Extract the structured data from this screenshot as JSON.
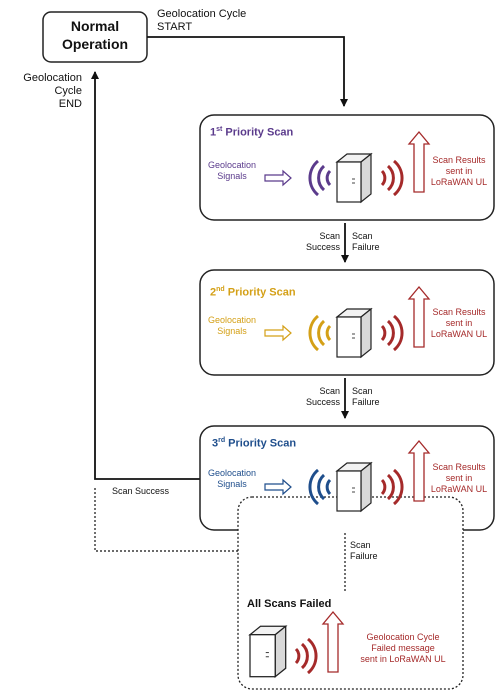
{
  "normal_operation": {
    "line1": "Normal",
    "line2": "Operation"
  },
  "cycle_start": {
    "line1": "Geolocation Cycle",
    "line2": "START"
  },
  "cycle_end": {
    "line1": "Geolocation",
    "line2": "Cycle",
    "line3": "END"
  },
  "scan1": {
    "title_pre": "1",
    "title_sup": "st",
    "title_post": " Priority Scan",
    "title_color": "#5b3b8c",
    "signal_line1": "Geolocation",
    "signal_line2": "Signals",
    "signal_color": "#5b3b8c",
    "result_line1": "Scan Results",
    "result_line2": "sent in",
    "result_line3": "LoRaWAN UL"
  },
  "transition1": {
    "success_line1": "Scan",
    "success_line2": "Success",
    "failure_line1": "Scan",
    "failure_line2": "Failure"
  },
  "scan2": {
    "title_pre": "2",
    "title_sup": "nd",
    "title_post": " Priority Scan",
    "title_color": "#d4a017",
    "signal_line1": "Geolocation",
    "signal_line2": "Signals",
    "signal_color": "#d4a017",
    "result_line1": "Scan Results",
    "result_line2": "sent in",
    "result_line3": "LoRaWAN UL"
  },
  "transition2": {
    "success_line1": "Scan",
    "success_line2": "Success",
    "failure_line1": "Scan",
    "failure_line2": "Failure"
  },
  "scan3": {
    "title_pre": "3",
    "title_sup": "rd",
    "title_post": " Priority Scan",
    "title_color": "#1f4e8c",
    "signal_line1": "Geolocation",
    "signal_line2": "Signals",
    "signal_color": "#1f4e8c",
    "result_line1": "Scan Results",
    "result_line2": "sent in",
    "result_line3": "LoRaWAN UL"
  },
  "scan_success_label": "Scan Success",
  "transition3": {
    "failure_line1": "Scan",
    "failure_line2": "Failure"
  },
  "failed": {
    "title": "All Scans Failed",
    "msg_line1": "Geolocation Cycle",
    "msg_line2": "Failed message",
    "msg_line3": "sent in LoRaWAN UL"
  },
  "colors": {
    "result_red": "#a52a2a",
    "line": "#111111"
  }
}
